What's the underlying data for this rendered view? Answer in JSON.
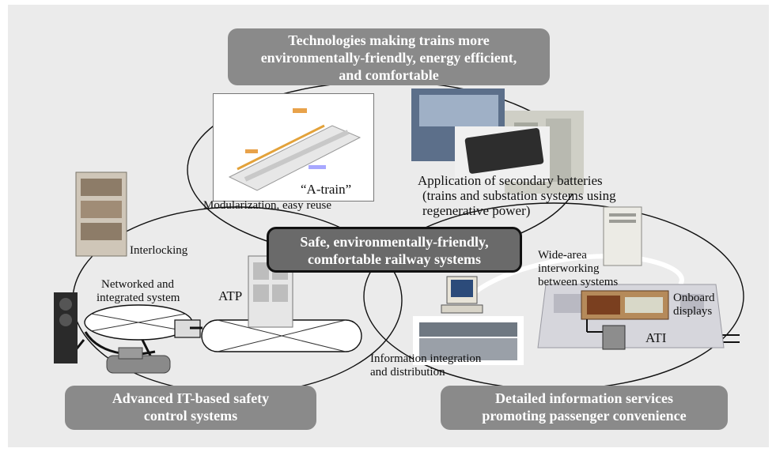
{
  "banners": {
    "top": [
      "Technologies making trains more",
      "environmentally-friendly, energy efficient,",
      "and comfortable"
    ],
    "center": [
      "Safe, environmentally-friendly,",
      "comfortable railway systems"
    ],
    "bottom_left": [
      "Advanced IT-based safety",
      "control systems"
    ],
    "bottom_right": [
      "Detailed information services",
      "promoting passenger convenience"
    ]
  },
  "labels": {
    "a_train": "“A-train”",
    "modularization": "Modularization, easy reuse",
    "secondary_batteries": [
      "Application of secondary batteries",
      "(trains and substation systems using",
      "regenerative power)"
    ],
    "interlocking": "Interlocking",
    "networked": [
      "Networked and",
      "integrated system"
    ],
    "atp": "ATP",
    "wide_area": [
      "Wide-area",
      "interworking",
      "between systems"
    ],
    "onboard_displays": [
      "Onboard",
      "displays"
    ],
    "ati": "ATI",
    "information_integration": [
      "Information integration",
      "and distribution"
    ]
  },
  "colors": {
    "background_panel": "#ebebeb",
    "banner_fill": "#8a8a8a",
    "center_banner_fill": "#6a6a6a",
    "banner_text": "#ffffff"
  }
}
